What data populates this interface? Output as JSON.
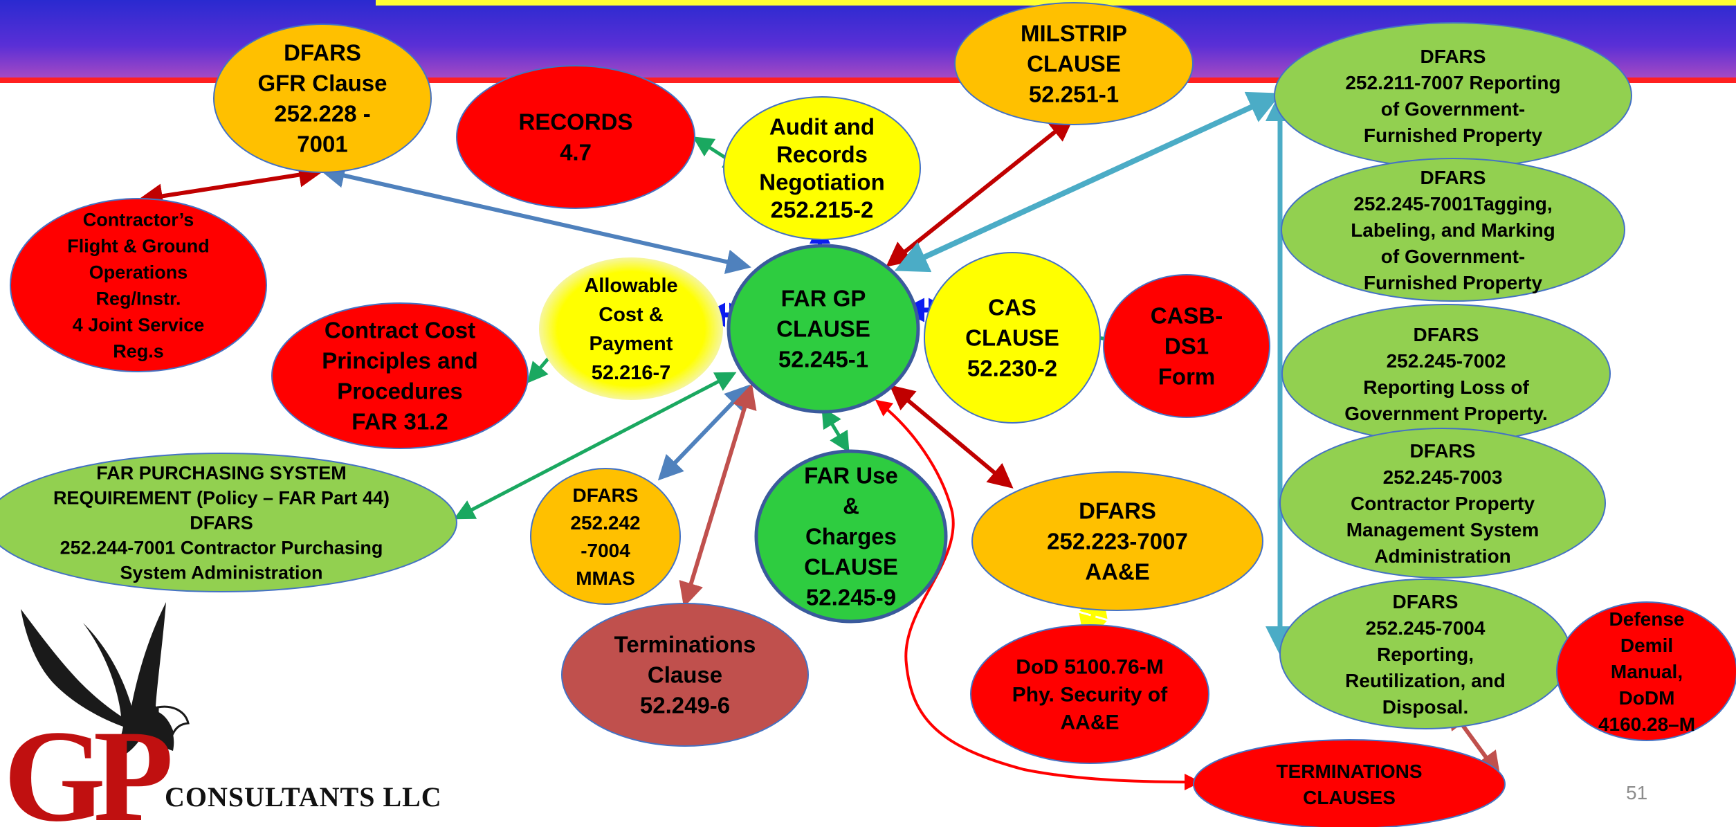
{
  "colors": {
    "red": "#ff0000",
    "orange": "#ffc000",
    "yellow": "#ffff00",
    "green": "#2ecc40",
    "light_green": "#92d050",
    "brown_red": "#c0504d",
    "ellipse_border": "#4472c4"
  },
  "nodes": [
    {
      "id": "dfars-gfr",
      "fill": "#ffc000",
      "font": 33,
      "lines": [
        "DFARS",
        "GFR Clause",
        "252.228 -",
        "7001"
      ]
    },
    {
      "id": "records",
      "fill": "#ff0000",
      "font": 33,
      "lines": [
        "RECORDS",
        "4.7"
      ]
    },
    {
      "id": "audit-records",
      "fill": "#ffff00",
      "font": 33,
      "lines": [
        "Audit and",
        "Records",
        "Negotiation",
        "252.215-2"
      ]
    },
    {
      "id": "milstrip",
      "fill": "#ffc000",
      "font": 33,
      "lines": [
        "MILSTRIP",
        "CLAUSE",
        "52.251-1"
      ]
    },
    {
      "id": "dfars-211-7007",
      "fill": "#92d050",
      "font": 28,
      "lines": [
        "DFARS",
        "252.211-7007  Reporting",
        "of Government-",
        "Furnished Property"
      ]
    },
    {
      "id": "dfars-245-7001",
      "fill": "#92d050",
      "font": 28,
      "lines": [
        "DFARS",
        "252.245-7001Tagging,",
        "Labeling, and Marking",
        "of Government-",
        "Furnished Property"
      ]
    },
    {
      "id": "contractor-flight",
      "fill": "#ff0000",
      "font": 27,
      "lines": [
        "Contractor’s",
        "Flight & Ground",
        "Operations",
        "Reg/Instr.",
        "4 Joint Service",
        "Reg.s"
      ]
    },
    {
      "id": "allowable-cost",
      "fill": "#ffff00",
      "font": 29,
      "lines": [
        "Allowable",
        "Cost &",
        "Payment",
        "52.216-7"
      ]
    },
    {
      "id": "far-gp",
      "fill": "#2ecc40",
      "font": 33,
      "lines": [
        "FAR GP",
        "CLAUSE",
        "52.245-1"
      ]
    },
    {
      "id": "cas-clause",
      "fill": "#ffff00",
      "font": 33,
      "lines": [
        "CAS",
        "CLAUSE",
        "52.230-2"
      ]
    },
    {
      "id": "casb-ds1",
      "fill": "#ff0000",
      "font": 33,
      "lines": [
        "CASB-",
        "DS1",
        "Form"
      ]
    },
    {
      "id": "dfars-245-7002",
      "fill": "#92d050",
      "font": 28,
      "lines": [
        "DFARS",
        "252.245-7002",
        "Reporting Loss of",
        "Government Property."
      ]
    },
    {
      "id": "contract-cost",
      "fill": "#ff0000",
      "font": 33,
      "lines": [
        "Contract Cost",
        "Principles and",
        "Procedures",
        "FAR 31.2"
      ]
    },
    {
      "id": "far-purchasing",
      "fill": "#92d050",
      "font": 27,
      "lines": [
        "FAR PURCHASING SYSTEM",
        "REQUIREMENT (Policy – FAR Part 44)",
        "DFARS",
        "252.244-7001  Contractor Purchasing",
        "System Administration"
      ]
    },
    {
      "id": "dfars-242-7004",
      "fill": "#ffc000",
      "font": 28,
      "lines": [
        "DFARS",
        "252.242",
        "-7004",
        "MMAS"
      ]
    },
    {
      "id": "far-use",
      "fill": "#2ecc40",
      "font": 33,
      "lines": [
        "FAR Use",
        "&",
        "Charges",
        "CLAUSE",
        "52.245-9"
      ]
    },
    {
      "id": "dfars-223-7007",
      "fill": "#ffc000",
      "font": 33,
      "lines": [
        "DFARS",
        "252.223-7007",
        "AA&E"
      ]
    },
    {
      "id": "dfars-245-7003",
      "fill": "#92d050",
      "font": 28,
      "lines": [
        "DFARS",
        "252.245-7003",
        "Contractor Property",
        "Management System",
        "Administration"
      ]
    },
    {
      "id": "dfars-245-7004",
      "fill": "#92d050",
      "font": 28,
      "lines": [
        "DFARS",
        "252.245-7004",
        "Reporting,",
        "Reutilization, and",
        "Disposal."
      ]
    },
    {
      "id": "defense-demil",
      "fill": "#ff0000",
      "font": 28,
      "lines": [
        "Defense",
        "Demil",
        "Manual,",
        "DoDM",
        "4160.28–M"
      ]
    },
    {
      "id": "terminations-clause",
      "fill": "#c0504d",
      "font": 33,
      "lines": [
        "Terminations",
        "Clause",
        "52.249-6"
      ]
    },
    {
      "id": "dod-5100",
      "fill": "#ff0000",
      "font": 30,
      "lines": [
        "DoD 5100.76-M",
        "Phy. Security of",
        "AA&E"
      ]
    },
    {
      "id": "terminations-clauses",
      "fill": "#ff0000",
      "font": 28,
      "lines": [
        "TERMINATIONS",
        "CLAUSES"
      ]
    }
  ],
  "logo": {
    "gp": "GP",
    "consultants": "CONSULTANTS LLC"
  },
  "page_number": "51"
}
